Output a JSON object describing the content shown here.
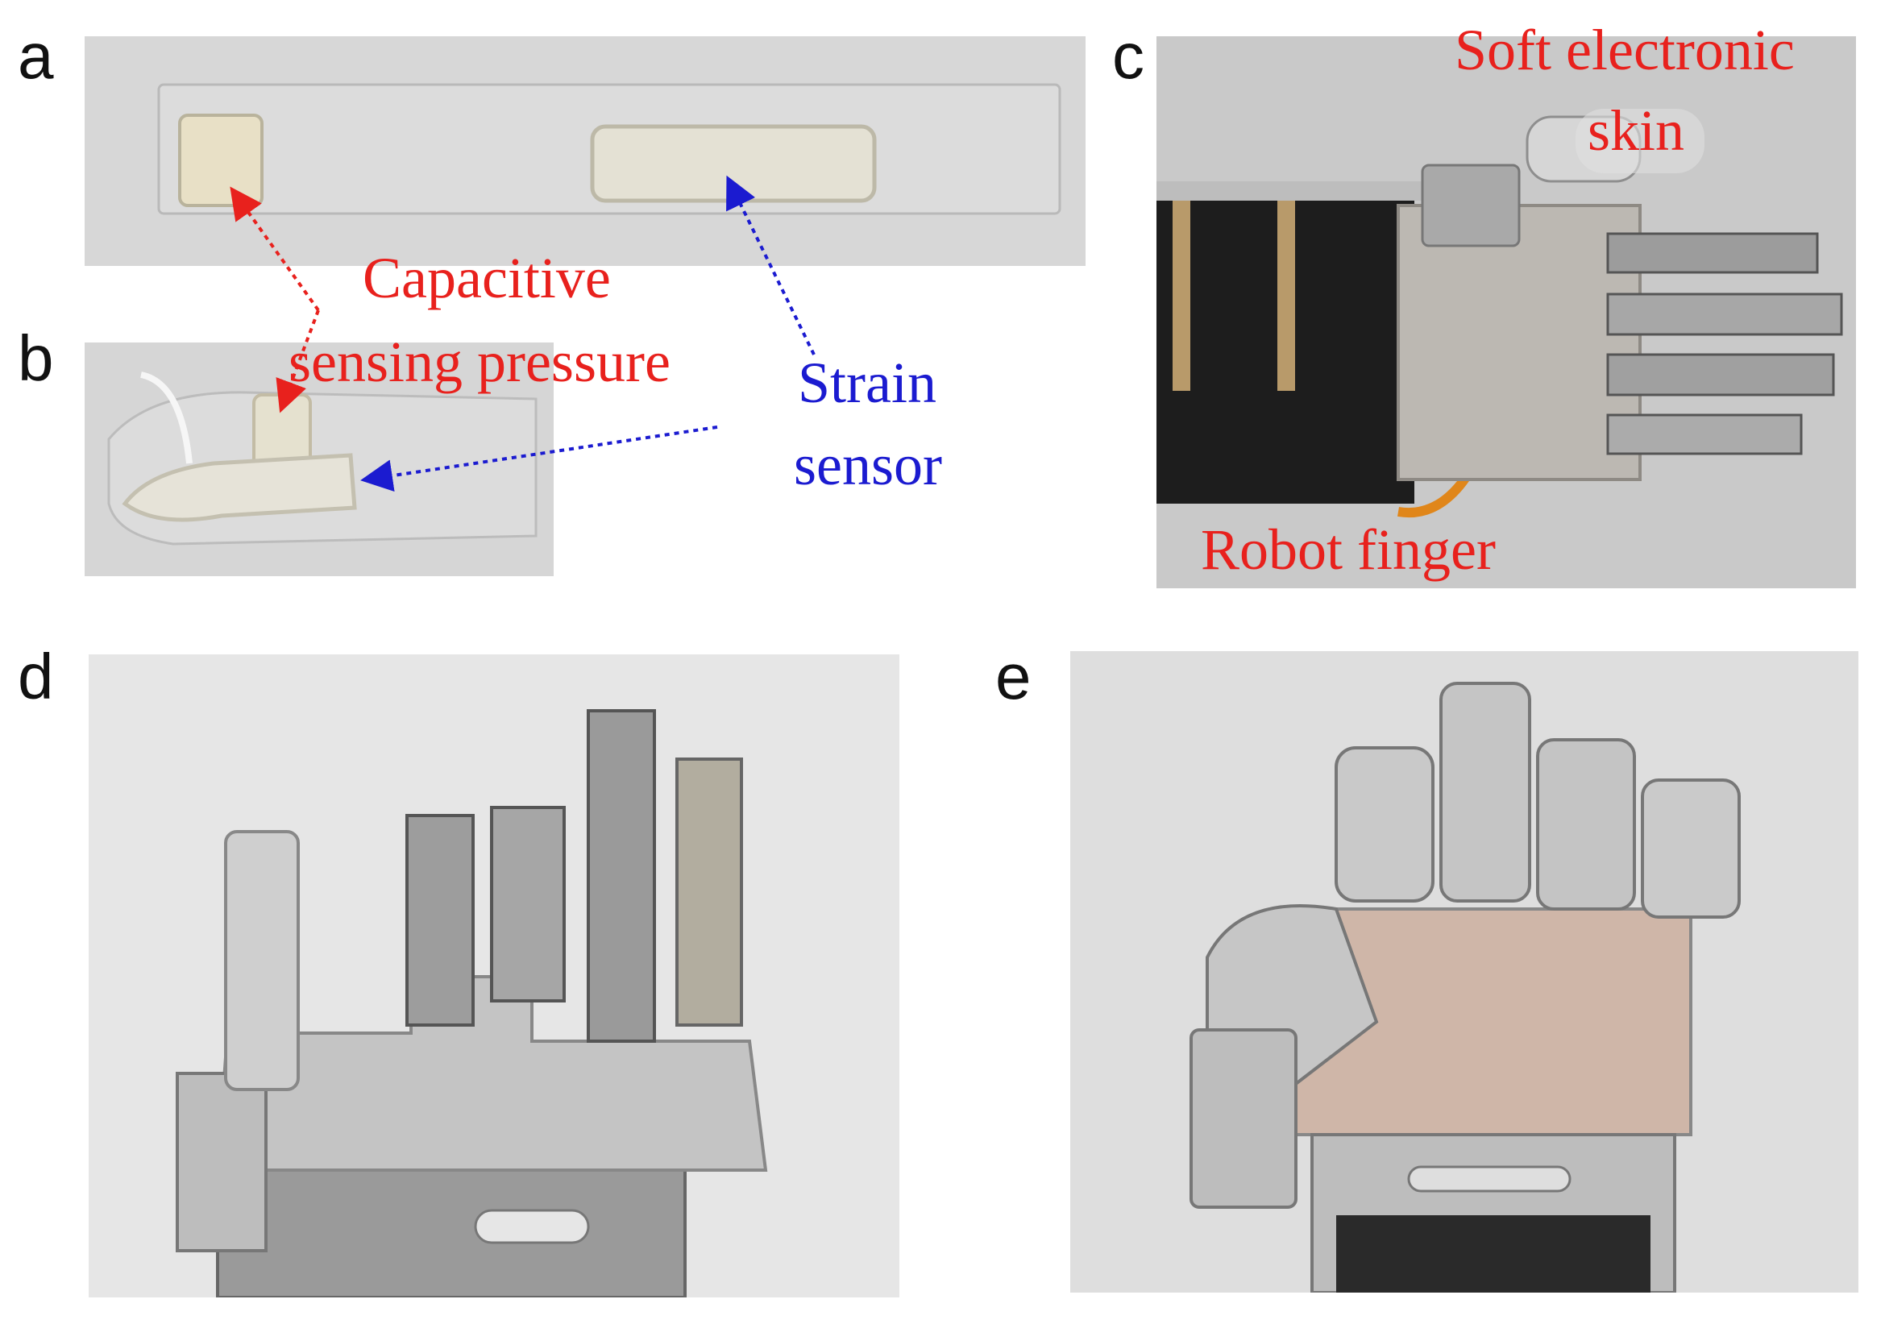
{
  "figure": {
    "panels": {
      "a": {
        "letter": "a"
      },
      "b": {
        "letter": "b"
      },
      "c": {
        "letter": "c"
      },
      "d": {
        "letter": "d"
      },
      "e": {
        "letter": "e"
      }
    },
    "annotations": {
      "capacitive_line1": "Capacitive",
      "capacitive_line2": "sensing pressure",
      "strain_line1": "Strain",
      "strain_line2": "sensor",
      "soft_skin_line1": "Soft electronic",
      "soft_skin_line2": "skin",
      "robot_finger": "Robot finger"
    },
    "colors": {
      "annotation_red": "#e8211d",
      "annotation_blue": "#1b1bd0",
      "photo_background": "#d9d9d9"
    }
  }
}
